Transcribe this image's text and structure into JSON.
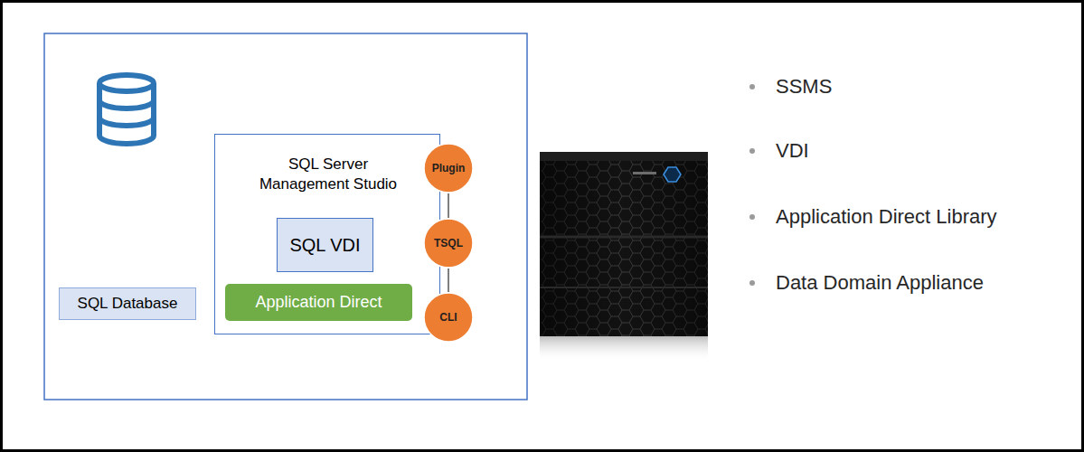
{
  "diagram": {
    "nodes": [
      {
        "text": [
          "SQL Database"
        ]
      },
      {
        "text": [
          "SQL Server Management Studio"
        ]
      },
      {
        "text": [
          "SQL VDI"
        ],
        "in": 1
      },
      {
        "text": [
          "Application Direct"
        ],
        "in": 1
      },
      {
        "text": [
          "Plugin"
        ],
        "in": 1
      },
      {
        "text": [
          "TSQL"
        ],
        "in": 1
      },
      {
        "text": [
          "CLI"
        ],
        "in": 1
      }
    ],
    "edges": [
      {
        "from": 4,
        "to": 5,
        "arrow": "none"
      },
      {
        "from": 5,
        "to": 6,
        "arrow": "none"
      }
    ],
    "labels": [
      "SSMS",
      "VDI",
      "Application Direct Library",
      "Data Domain Appliance"
    ]
  }
}
